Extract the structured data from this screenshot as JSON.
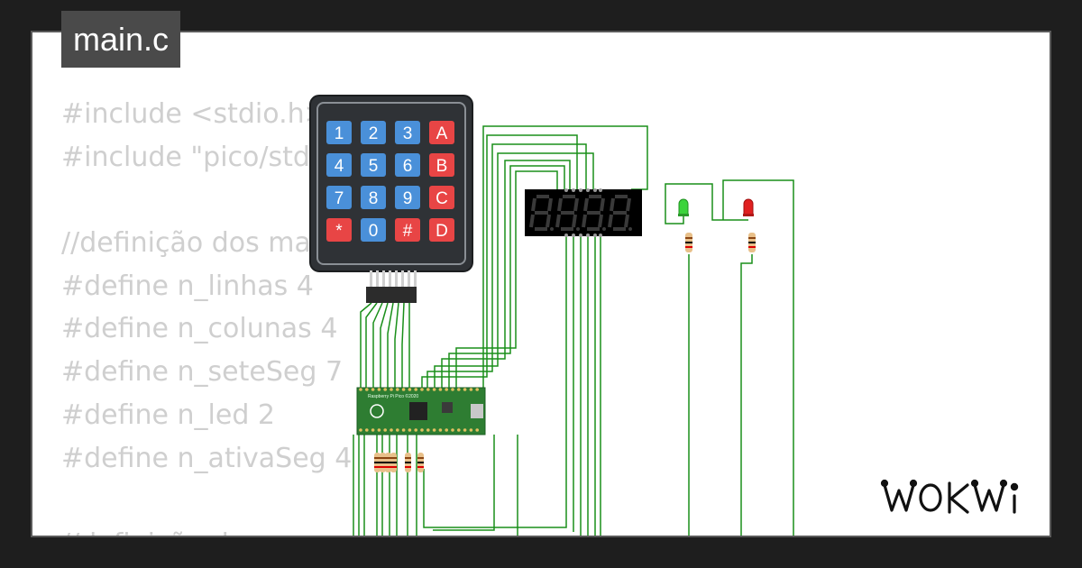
{
  "tab": {
    "filename": "main.c"
  },
  "code_lines": [
    "#include <stdio.h>",
    "#include \"pico/stdlib.h\"",
    "",
    "//definição dos ma",
    "#define n_linhas 4",
    "#define n_colunas 4",
    "#define n_seteSeg 7",
    "#define n_led 2",
    "#define n_ativaSeg 4",
    "",
    "//definição dos"
  ],
  "keypad": {
    "keys": [
      "1",
      "2",
      "3",
      "A",
      "4",
      "5",
      "6",
      "B",
      "7",
      "8",
      "9",
      "C",
      "*",
      "0",
      "#",
      "D"
    ],
    "digit_color": "#4a90d9",
    "letter_color": "#e84545"
  },
  "board": {
    "name": "Raspberry Pi Pico",
    "silk": "Raspberry Pi Pico ©2020"
  },
  "seven_segment": {
    "digits": 4,
    "segment_color": "#2a2a2a",
    "background": "#000000"
  },
  "leds": [
    {
      "color_name": "green",
      "color": "#3bd43b"
    },
    {
      "color_name": "red",
      "color": "#e02020"
    }
  ],
  "colors": {
    "wire": "#1a8f1a",
    "pcb": "#2e7d32",
    "background": "#1e1e1e",
    "card": "#ffffff"
  },
  "brand": {
    "logo": "WOKWi"
  }
}
